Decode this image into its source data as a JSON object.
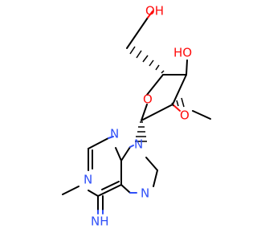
{
  "colors": {
    "carbon_bond": "#000000",
    "oxygen": "#ff0d0d",
    "nitrogen": "#3050f8",
    "background": "#ffffff"
  },
  "atoms": {
    "hydroxymethyl_oh": "OH",
    "ring_hydroxyl_ho": "HO",
    "ring_oxygen": "O",
    "methoxy_oxygen": "O",
    "purine_n3": "N",
    "purine_n9": "N",
    "purine_n1": "N",
    "purine_n7": "N",
    "imine_nh": "NH"
  }
}
